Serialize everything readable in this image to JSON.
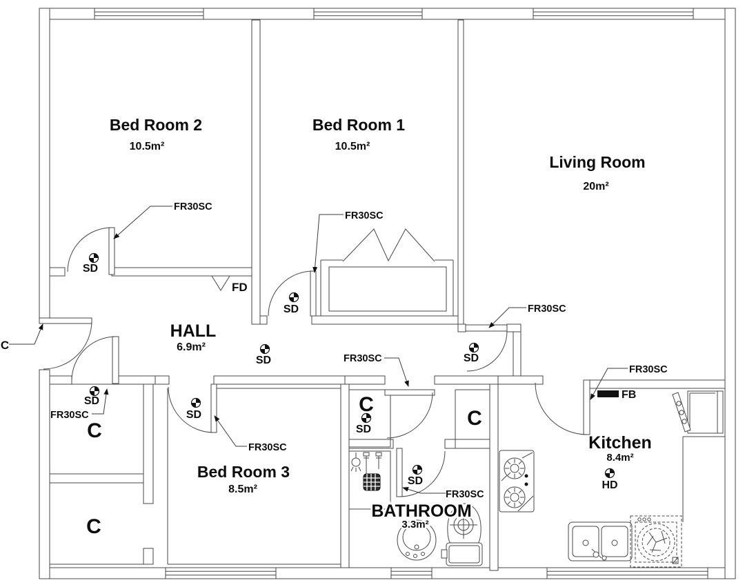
{
  "rooms": [
    {
      "name": "Bed Room 2",
      "area": "10.5m²"
    },
    {
      "name": "Bed Room 1",
      "area": "10.5m²"
    },
    {
      "name": "Living Room",
      "area": "20m²"
    },
    {
      "name": "HALL",
      "area": "6.9m²"
    },
    {
      "name": "Bed Room 3",
      "area": "8.5m²"
    },
    {
      "name": "BATHROOM",
      "area": "3.3m²"
    },
    {
      "name": "Kitchen",
      "area": "8.4m²"
    }
  ],
  "labels": {
    "fire_rated_door": "FR30SC",
    "smoke_detector": "SD",
    "heat_detector": "HD",
    "fire_damper": "FD",
    "fire_blanket": "FB",
    "closet": "C"
  }
}
